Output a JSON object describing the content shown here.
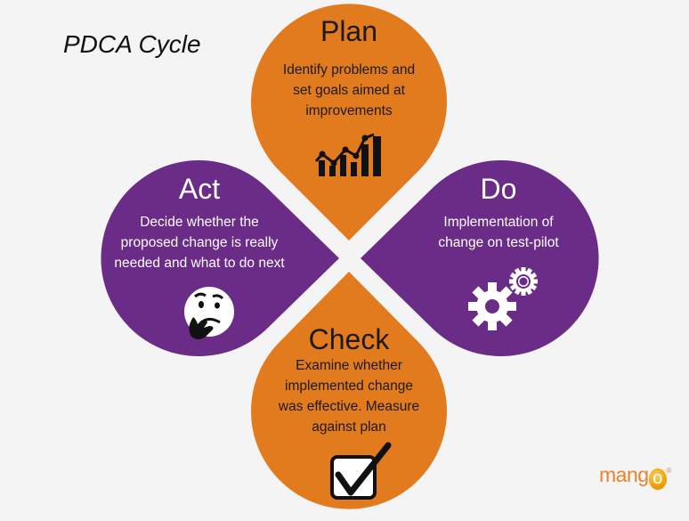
{
  "title": "PDCA Cycle",
  "colors": {
    "orange": "#E27A1E",
    "purple": "#6B2C87",
    "background": "#F4F4F4"
  },
  "stages": {
    "plan": {
      "heading": "Plan",
      "lines": [
        "Identify problems and",
        "set goals aimed at",
        "improvements"
      ],
      "icon": "bar-chart-trend-icon"
    },
    "do": {
      "heading": "Do",
      "lines": [
        "Implementation of",
        "change on test-pilot"
      ],
      "icon": "gears-icon"
    },
    "check": {
      "heading": "Check",
      "lines": [
        "Examine whether",
        "implemented change",
        "was effective. Measure",
        "against plan"
      ],
      "icon": "checkbox-checked-icon"
    },
    "act": {
      "heading": "Act",
      "lines": [
        "Decide whether the",
        "proposed change is really",
        "needed and what to do next"
      ],
      "icon": "thinking-face-icon"
    }
  },
  "logo": {
    "text_a": "mang",
    "text_o": "o",
    "reg": "®"
  }
}
